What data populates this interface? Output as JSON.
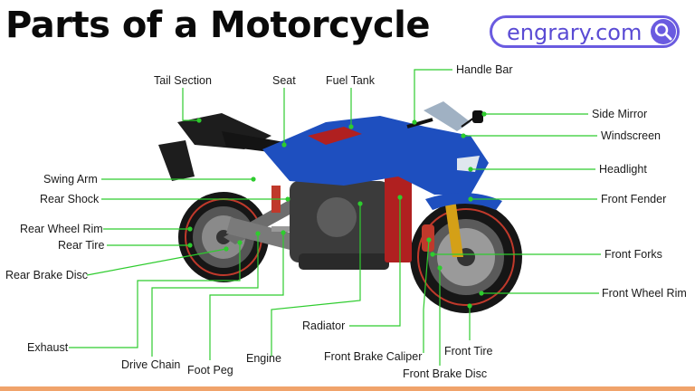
{
  "title": "Parts of a Motorcycle",
  "brand": {
    "site": "engrary.com",
    "accent": "#6a5be0"
  },
  "colors": {
    "leader": "#2ecc2e",
    "body": "#1e4fbf",
    "tire": "#1a1a1a",
    "bottom_bar": "#f0a36b"
  },
  "labels": {
    "tail_section": "Tail Section",
    "seat": "Seat",
    "fuel_tank": "Fuel Tank",
    "handle_bar": "Handle Bar",
    "side_mirror": "Side Mirror",
    "windscreen": "Windscreen",
    "headlight": "Headlight",
    "front_fender": "Front Fender",
    "front_forks": "Front Forks",
    "front_wheel_rim": "Front Wheel Rim",
    "swing_arm": "Swing Arm",
    "rear_shock": "Rear Shock",
    "rear_wheel_rim": "Rear Wheel Rim",
    "rear_tire": "Rear Tire",
    "rear_brake_disc": "Rear Brake Disc",
    "exhaust": "Exhaust",
    "drive_chain": "Drive Chain",
    "foot_peg": "Foot Peg",
    "engine": "Engine",
    "radiator": "Radiator",
    "front_brake_caliper": "Front Brake Caliper",
    "front_tire": "Front Tire",
    "front_brake_disc": "Front Brake Disc"
  }
}
